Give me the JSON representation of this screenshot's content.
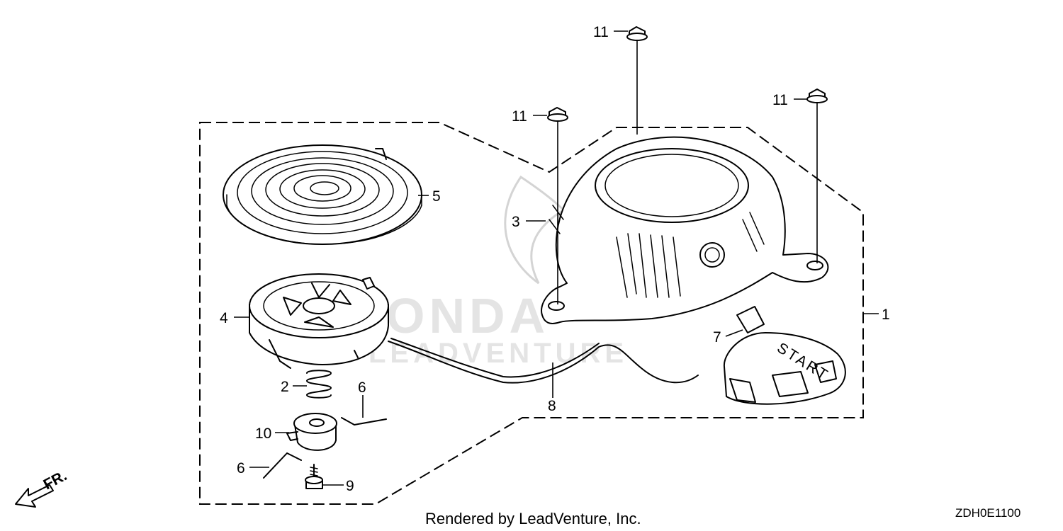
{
  "diagram": {
    "callouts": [
      {
        "id": "c1",
        "label": "1"
      },
      {
        "id": "c2",
        "label": "2"
      },
      {
        "id": "c3",
        "label": "3"
      },
      {
        "id": "c4",
        "label": "4"
      },
      {
        "id": "c5",
        "label": "5"
      },
      {
        "id": "c6a",
        "label": "6"
      },
      {
        "id": "c6b",
        "label": "6"
      },
      {
        "id": "c7",
        "label": "7"
      },
      {
        "id": "c8",
        "label": "8"
      },
      {
        "id": "c9",
        "label": "9"
      },
      {
        "id": "c10",
        "label": "10"
      },
      {
        "id": "c11a",
        "label": "11"
      },
      {
        "id": "c11b",
        "label": "11"
      },
      {
        "id": "c11c",
        "label": "11"
      }
    ],
    "handle_text": "START",
    "front_indicator": "FR.",
    "footer": "Rendered by LeadVenture, Inc.",
    "diagram_code": "ZDH0E1100",
    "watermark": "LEADVENTURE"
  }
}
